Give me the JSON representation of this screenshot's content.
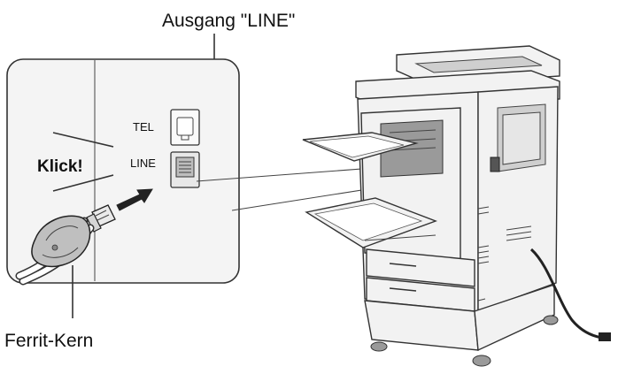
{
  "labels": {
    "output_line": "Ausgang \"LINE\"",
    "click": "Klick!",
    "tel": "TEL",
    "line": "LINE",
    "ferrite_core": "Ferrit-Kern"
  },
  "colors": {
    "stroke": "#333333",
    "panel_fill": "#f4f4f4",
    "machine_fill": "#f2f2f2",
    "shade": "#cfcfcf"
  },
  "icons": {
    "insert_arrow": "arrow-right-icon",
    "port": "rj11-port-icon",
    "plug": "rj11-plug-icon"
  }
}
